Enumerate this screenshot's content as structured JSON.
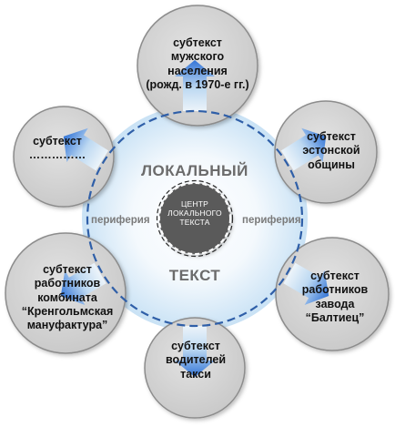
{
  "center": {
    "label": "ЦЕНТР\nЛОКАЛЬНОГО\nТЕКСТА"
  },
  "main_label": {
    "top": "ЛОКАЛЬНЫЙ",
    "bottom": "ТЕКСТ"
  },
  "periphery": {
    "left": "периферия",
    "right": "периферия"
  },
  "subtexts": [
    {
      "id": "top",
      "text": "субтекст\nмужского\nнаселения\n(рожд. в 1970-е гг.)"
    },
    {
      "id": "upper-right",
      "text": "субтекст\nэстонской\nобщины"
    },
    {
      "id": "lower-right",
      "text": "субтекст\nработников\nзавода\n“Балтиец”"
    },
    {
      "id": "bottom",
      "text": "субтекст\nводителей\nтакси"
    },
    {
      "id": "lower-left",
      "text": "субтекст\nработников\nкомбината\n“Кренгольмская\nмануфактура”"
    },
    {
      "id": "upper-left",
      "text": "субтекст\n……………"
    }
  ],
  "colors": {
    "satellite_fill": "#d4d4d4",
    "satellite_stroke": "#8c8c8c",
    "dashed_circle": "#2f5fa8",
    "arrow_blue": "#2a6fd6",
    "arrow_light": "#e9f3fb",
    "center_fill": "#5a5a5a",
    "label_gray": "#6b6b6b"
  }
}
